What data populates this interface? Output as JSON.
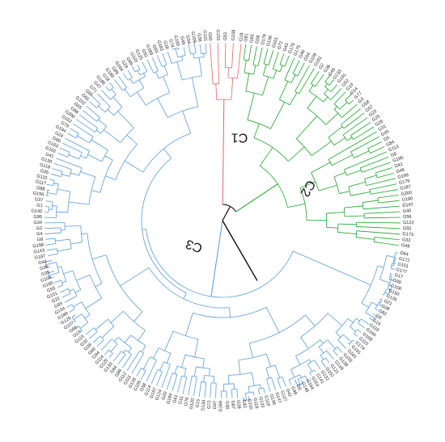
{
  "colors": {
    "C1": "#e06666",
    "C2": "#1fa32b",
    "C3": "#5b9bd5",
    "root": "#000000"
  },
  "cluster_labels": [
    "C1",
    "C2",
    "C3"
  ],
  "tips": {
    "C1": [
      "G50",
      "G153",
      "G51",
      "G158",
      "G18"
    ],
    "C2": [
      "G81",
      "G83",
      "G58",
      "G178",
      "G136",
      "G101",
      "G72",
      "G43",
      "G170",
      "G175",
      "G46",
      "G54",
      "G109",
      "G161",
      "G2",
      "G36",
      "G49",
      "G133",
      "G191",
      "G52",
      "G10",
      "G14",
      "G77",
      "G3",
      "G58",
      "G57",
      "G23",
      "G25",
      "G26",
      "G31",
      "G45",
      "G5",
      "G84",
      "G113",
      "G6",
      "G195",
      "G41",
      "G46",
      "G199",
      "G176",
      "G187",
      "G200",
      "G190",
      "G197",
      "G40",
      "G56",
      "G122",
      "G55",
      "G173",
      "G33",
      "G48"
    ],
    "C3": [
      "G64",
      "G171",
      "G151",
      "G177",
      "G17",
      "G99",
      "G106",
      "G150",
      "G126",
      "G21",
      "G38",
      "G82",
      "G9",
      "G19",
      "G116",
      "G166",
      "G168",
      "G115",
      "G174",
      "G191",
      "G181",
      "G155",
      "G138",
      "G149",
      "G121",
      "G152",
      "G132",
      "G141",
      "G154",
      "G164",
      "G148",
      "G9",
      "G48",
      "G42",
      "G127",
      "G147",
      "G139",
      "G119",
      "G133",
      "G118",
      "G110",
      "G42",
      "G28",
      "G87",
      "G30",
      "G169",
      "G97",
      "G72",
      "G134",
      "G15",
      "G120",
      "G76",
      "G11",
      "G61",
      "G184",
      "G20",
      "G124",
      "G157",
      "G114",
      "G58",
      "G105",
      "G128",
      "G111",
      "G112",
      "G86",
      "G64",
      "G133",
      "G125",
      "G114",
      "G94",
      "G60",
      "G39",
      "G32",
      "G115",
      "G13",
      "G96",
      "G107",
      "G129",
      "G188",
      "G134",
      "G83",
      "G22",
      "G101",
      "G55",
      "G165",
      "G104",
      "G35",
      "G36",
      "G44",
      "G167",
      "G143",
      "G198",
      "G8",
      "G4",
      "G2",
      "G34",
      "G95",
      "G142",
      "G1",
      "G37",
      "G156",
      "G88",
      "G117",
      "G110",
      "G35",
      "G118",
      "G130",
      "G41",
      "G162",
      "G163",
      "G60",
      "G24",
      "G194",
      "G79",
      "G152",
      "G200",
      "G98",
      "G65",
      "G102",
      "G65",
      "G65",
      "G71",
      "G47",
      "G186",
      "G18",
      "G188",
      "G89",
      "G164",
      "G29",
      "G89",
      "G103",
      "G125",
      "G52",
      "G189",
      "G93",
      "G163",
      "G18",
      "G74",
      "G193",
      "G49",
      "G34",
      "G109",
      "G36",
      "G131"
    ]
  }
}
